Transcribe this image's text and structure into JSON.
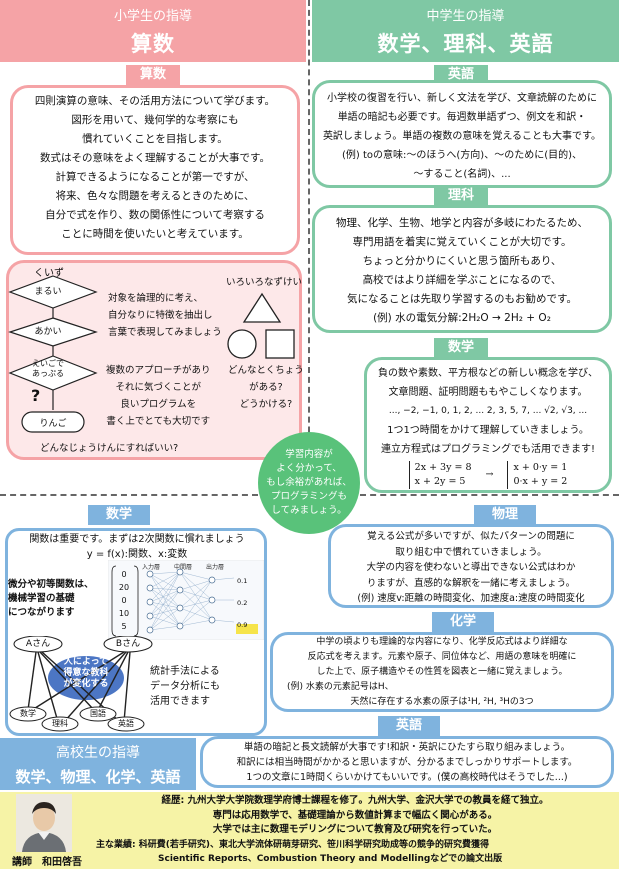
{
  "header_left": {
    "subtitle": "小学生の指導",
    "title": "算数"
  },
  "header_right": {
    "subtitle": "中学生の指導",
    "title": "数学、理科、英語"
  },
  "elem_math": {
    "tag": "算数",
    "lines": [
      "四則演算の意味、その活用方法について学びます。",
      "図形を用いて、幾何学的な考察にも",
      "慣れていくことを目指します。",
      "数式はその意味をよく理解することが大事です。",
      "計算できるようになることが第一ですが、",
      "将来、色々な問題を考えるときのために、",
      "自分で式を作り、数の関係性について考察する",
      "ことに時間を使いたいと考えています。"
    ]
  },
  "quiz": {
    "title": "くいず",
    "nodes": [
      "まるい",
      "あかい",
      "えいごで\nあっぷる",
      "?",
      "りんご"
    ],
    "text1": [
      "対象を論理的に考え、",
      "自分なりに特徴を抽出し",
      "言葉で表現してみましょう"
    ],
    "text2": [
      "複数のアプローチがあり",
      "それに気づくことが",
      "良いプログラムを",
      "書く上でとても大切です"
    ],
    "shapes_title": "いろいろなずけい",
    "shapes_q": [
      "どんなとくちょう",
      "がある?",
      "どうかける?"
    ],
    "bottom": "どんなじょうけんにすればいい?"
  },
  "center_circle": [
    "学習内容が",
    "よく分かって、",
    "もし余裕があれば、",
    "プログラミングも",
    "してみましょう。"
  ],
  "jhs_english": {
    "tag": "英語",
    "lines": [
      "小学校の復習を行い、新しく文法を学び、文章読解のために",
      "単語の暗記も必要です。毎週数単語ずつ、例文を和訳・",
      "英訳しましょう。単語の複数の意味を覚えることも大事です。",
      "(例) toの意味:〜のほうへ(方向)、〜のために(目的)、",
      "〜すること(名詞)、..."
    ]
  },
  "jhs_science": {
    "tag": "理科",
    "lines": [
      "物理、化学、生物、地学と内容が多岐にわたるため、",
      "専門用語を着実に覚えていくことが大切です。",
      "ちょっと分かりにくいと思う箇所もあり、",
      "高校ではより詳細を学ぶことになるので、",
      "気になることは先取り学習するのもお勧めです。",
      "(例) 水の電気分解:2H₂O → 2H₂ + O₂"
    ]
  },
  "jhs_math": {
    "tag": "数学",
    "lines": [
      "負の数や素数、平方根などの新しい概念を学び、",
      "文章問題、証明問題ももやこしくなります。",
      "..., −2, −1, 0, 1, 2, ...    2, 3, 5, 7, ...   √2, √3, ...",
      "1つ1つ時間をかけて理解していきましょう。",
      "連立方程式はプログラミングでも活用できます!"
    ],
    "eq_left": [
      "2x + 3y = 8",
      "x + 2y = 5"
    ],
    "arrow": "→",
    "eq_right": [
      "x + 0·y = 1",
      "0·x + y = 2"
    ]
  },
  "hs_math": {
    "tag": "数学",
    "lines": [
      "関数は重要です。まずは2次関数に慣れましょう",
      "y = f(x):関数、x:変数"
    ],
    "ml_text": [
      "微分や初等関数は、",
      "機械学習の基礎",
      "につながります"
    ],
    "nn_labels": [
      "入力層",
      "中間層",
      "出力層"
    ],
    "matrix": [
      "0",
      "20",
      "0",
      "10",
      "5"
    ],
    "outputs": [
      "0.1",
      "0.2",
      "0.9"
    ],
    "people": [
      "Aさん",
      "Bさん"
    ],
    "bubble": [
      "人によって",
      "得意な教科",
      "が変化する"
    ],
    "subjects": [
      "数学",
      "理科",
      "国語",
      "英語"
    ],
    "stats": [
      "統計手法による",
      "データ分析にも",
      "活用できます"
    ]
  },
  "hs_physics": {
    "tag": "物理",
    "lines": [
      "覚える公式が多いですが、似たパターンの問題に",
      "取り組む中で慣れていきましょう。",
      "大学の内容を使わないと導出できない公式はわか",
      "りますが、直感的な解釈を一緒に考えましょう。",
      "(例) 速度v:距離の時間変化、加速度a:速度の時間変化"
    ]
  },
  "hs_chem": {
    "tag": "化学",
    "lines": [
      "中学の頃よりも理論的な内容になり、化学反応式はより詳細な",
      "反応式を考えます。元素や原子、同位体など、用語の意味を明確に",
      "した上で、原子構造やその性質を図表と一緒に覚えましょう。",
      "(例) 水素の元素記号はH、",
      "天然に存在する水素の原子は¹H, ²H, ³Hの3つ"
    ]
  },
  "hs_english": {
    "tag": "英語",
    "lines": [
      "単語の暗記と長文読解が大事です!和訳・英訳にひたすら取り組みましょう。",
      "和訳には相当時間がかかると思いますが、分かるまでしっかりサポートします。",
      "1つの文章に1時間くらいかけてもいいです。(僕の高校時代はそうでした...)"
    ]
  },
  "header_hs": {
    "subtitle": "高校生の指導",
    "title": "数学、物理、化学、英語"
  },
  "profile": {
    "name": "講師　和田啓吾",
    "lines": [
      "経歴: 九州大学大学院数理学府博士課程を修了。九州大学、金沢大学での教員を経て独立。",
      "専門は応用数学で、基礎理論から数値計算まで幅広く関心がある。",
      "大学では主に数理モデリングについて教育及び研究を行っていた。",
      "主な業績: 科研費(若手研究)、東北大学流体研萌芽研究、笹川科学研究助成等の競争的研究費獲得",
      "Scientific Reports、Combustion Theory and Modellingなどでの論文出版"
    ]
  },
  "colors": {
    "pink": "#f5a3a6",
    "green": "#7fc8a4",
    "blue": "#7fb3de",
    "yellow": "#f6f3a6"
  }
}
